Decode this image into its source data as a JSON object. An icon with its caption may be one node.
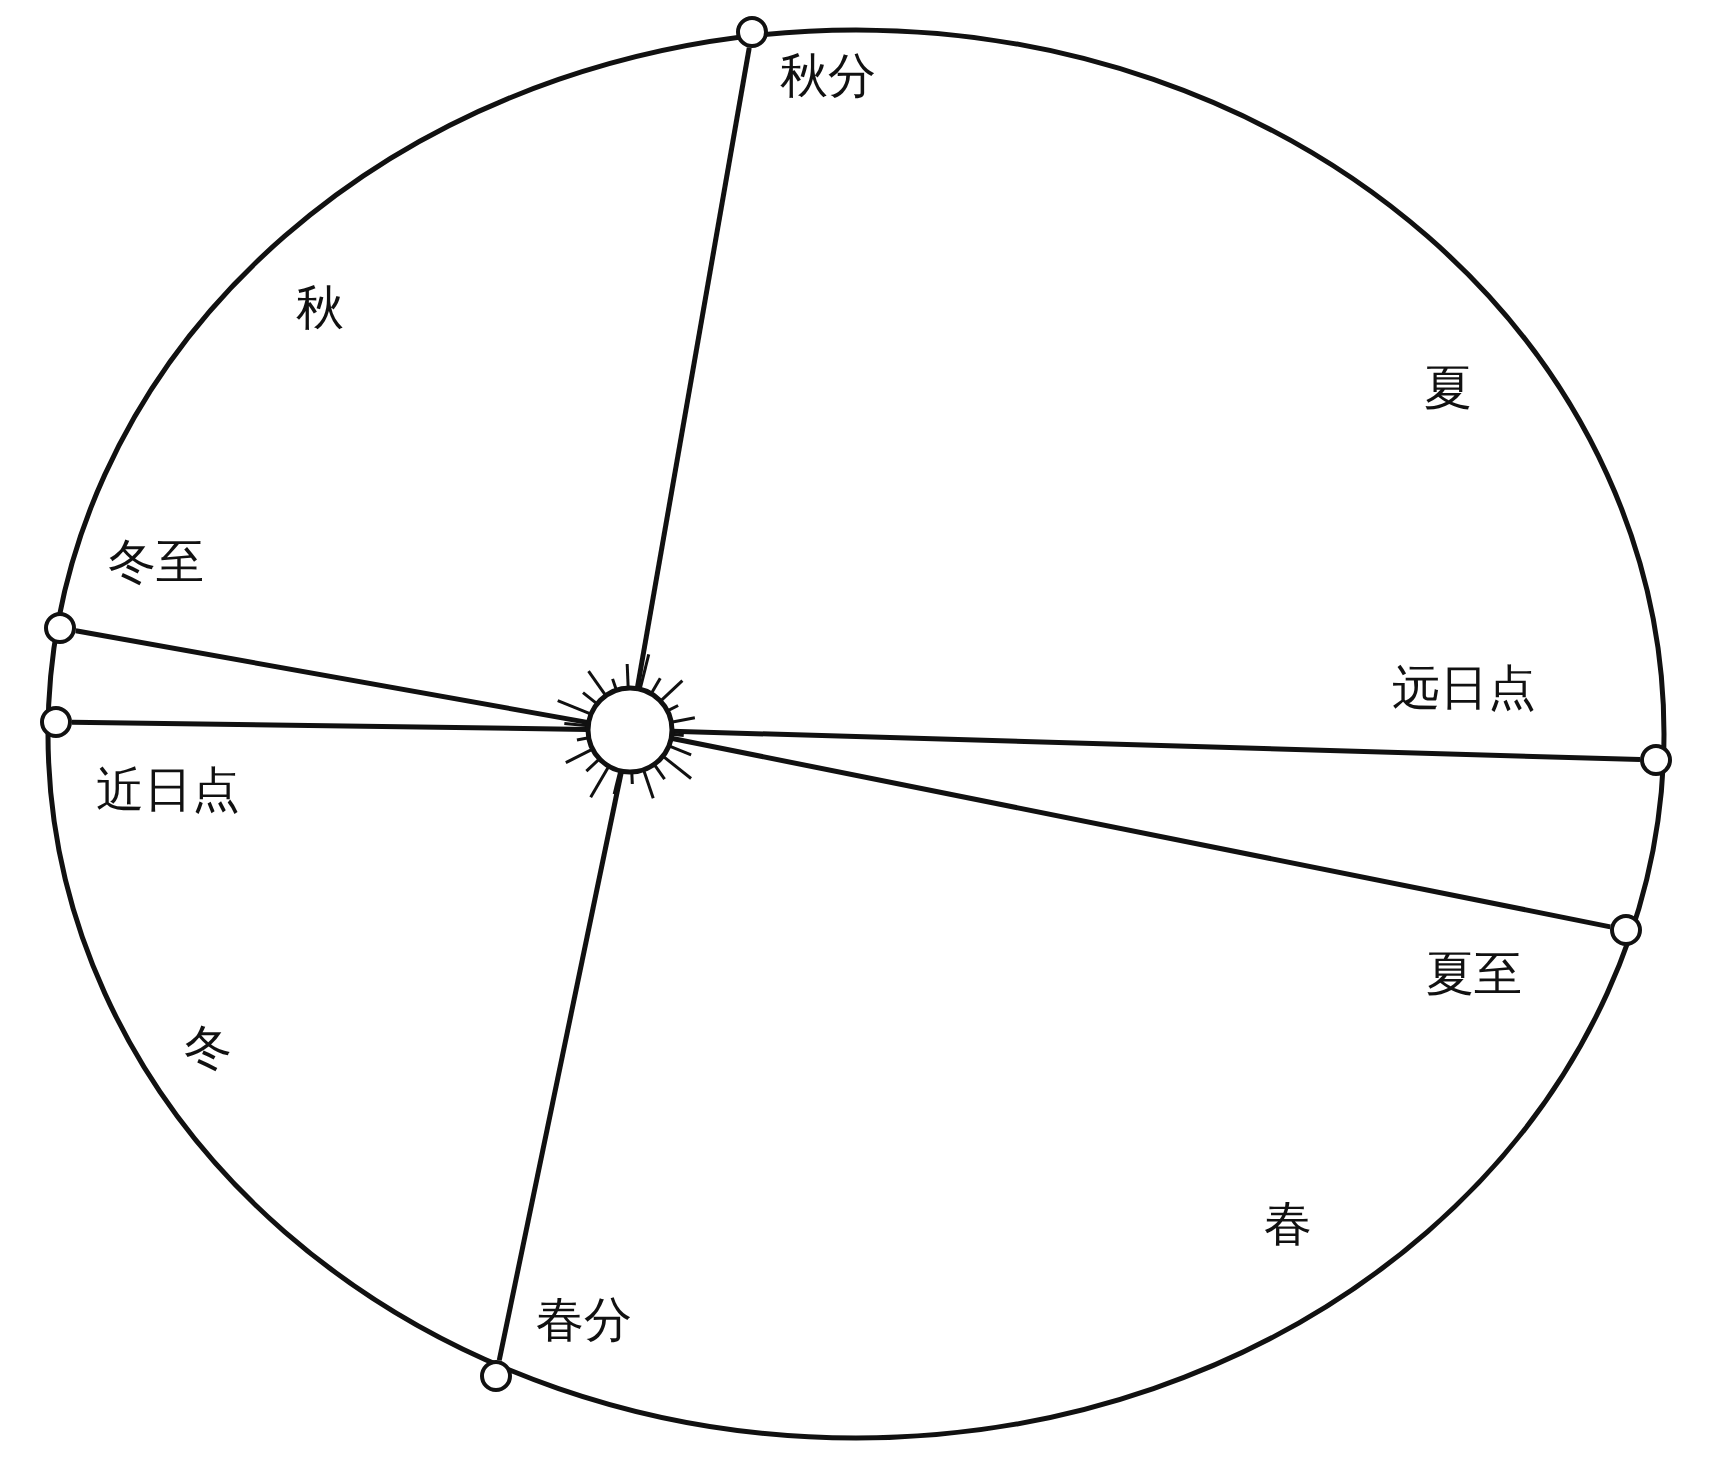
{
  "diagram": {
    "nodes": [
      {
        "text": [],
        "shape": "circle",
        "beside": [
          "秋分"
        ]
      },
      {
        "text": [],
        "shape": "circle",
        "beside": [
          "冬至"
        ]
      },
      {
        "text": [],
        "shape": "circle",
        "beside": [
          "近日点"
        ]
      },
      {
        "text": [],
        "shape": "circle"
      },
      {
        "text": [],
        "shape": "circle",
        "beside": [
          "远日点"
        ]
      },
      {
        "text": [],
        "shape": "circle",
        "beside": [
          "夏至"
        ]
      },
      {
        "text": [],
        "shape": "circle",
        "beside": [
          "春分"
        ]
      }
    ],
    "edges": [
      {
        "from": 0,
        "to": 3,
        "arrow": "none"
      },
      {
        "from": 3,
        "to": 6,
        "arrow": "none"
      },
      {
        "from": 1,
        "to": 3,
        "arrow": "none"
      },
      {
        "from": 3,
        "to": 5,
        "arrow": "none"
      },
      {
        "from": 2,
        "to": 3,
        "arrow": "none"
      },
      {
        "from": 3,
        "to": 4,
        "arrow": "none"
      }
    ],
    "labels": [
      "秋",
      "夏",
      "冬",
      "春"
    ]
  }
}
